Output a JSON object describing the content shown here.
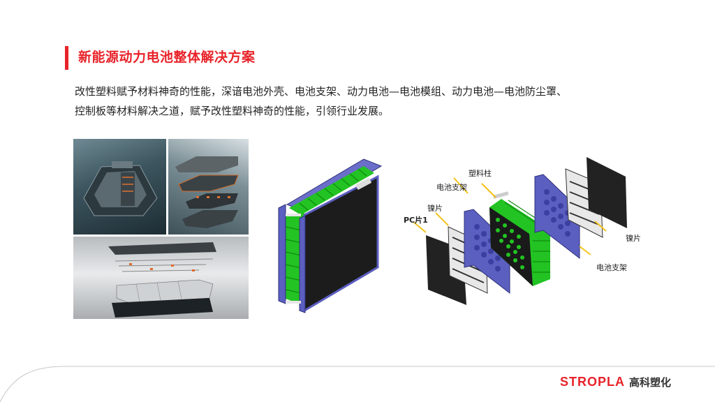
{
  "slide": {
    "title": "新能源动力电池整体解决方案",
    "body_line1": "改性塑料赋予材料神奇的性能，深谙电池外壳、电池支架、动力电池—电池模组、动力电池—电池防尘罩、",
    "body_line2": "控制板等材料解决之道，赋予改性塑料神奇的性能，引领行业发展。",
    "accent_color": "#e8232a"
  },
  "images": {
    "photo_collage": [
      "battery-pack-assembled",
      "battery-pack-exploded-vertical",
      "battery-pack-exploded-horizontal"
    ],
    "module": "battery-module-3d",
    "exploded_diagram": {
      "labels": {
        "plastic_post": "塑料柱",
        "battery_holder_left": "电池支架",
        "nickel_left": "镍片",
        "pc_sheet": "PC片1",
        "nickel_right": "镍片",
        "battery_holder_right": "电池支架"
      }
    }
  },
  "footer": {
    "brand_en": "STROPLA",
    "brand_cn": "高科塑化"
  }
}
